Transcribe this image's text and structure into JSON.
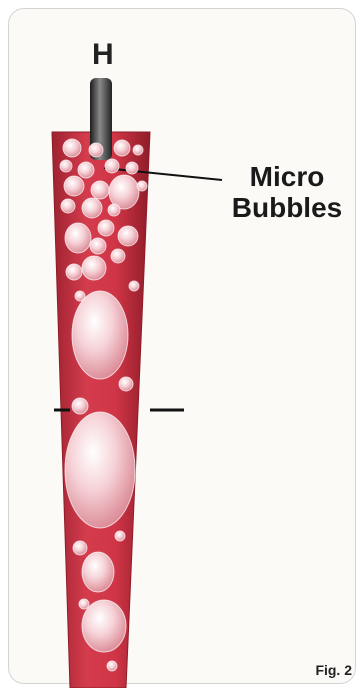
{
  "labels": {
    "electrode": "H",
    "callout_line1": "Micro",
    "callout_line2": "Bubbles",
    "figure": "Fig. 2"
  },
  "colors": {
    "tube": "#c33040",
    "tube_edge": "#8e1c28",
    "bubble": "#f3c9cf",
    "electrode": "#3a3a3a"
  }
}
